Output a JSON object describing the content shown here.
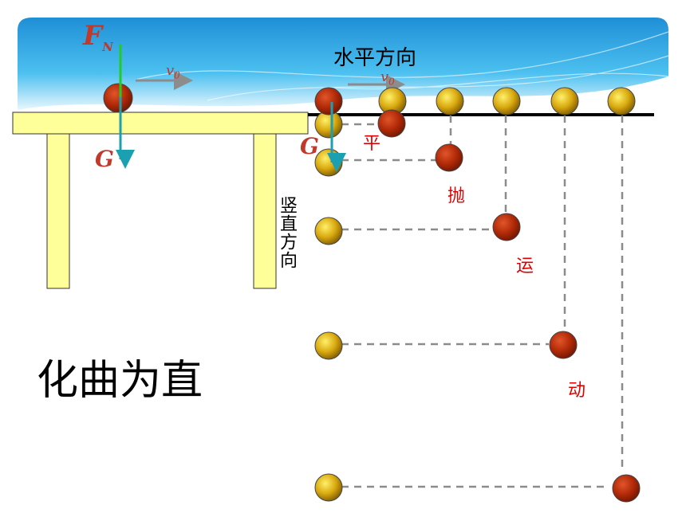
{
  "labels": {
    "force_normal": "F",
    "force_normal_sub": "N",
    "gravity_left": "G",
    "gravity_right": "G",
    "velocity": "v",
    "velocity_sub": "0",
    "horizontal_direction": "水平方向",
    "vertical_direction": "竖直方向",
    "projectile_chars": [
      "平",
      "抛",
      "运",
      "动"
    ],
    "slogan": "化曲为直"
  },
  "colors": {
    "banner": "#29a6e6",
    "table": "#ffff99",
    "ball_red": "#b22a08",
    "ball_gold": "#d9a90f",
    "arrow_normal": "#22cc22",
    "arrow_gravity": "#1aa0b0",
    "dashed": "#8c8c8c",
    "label_red": "#e00000"
  }
}
